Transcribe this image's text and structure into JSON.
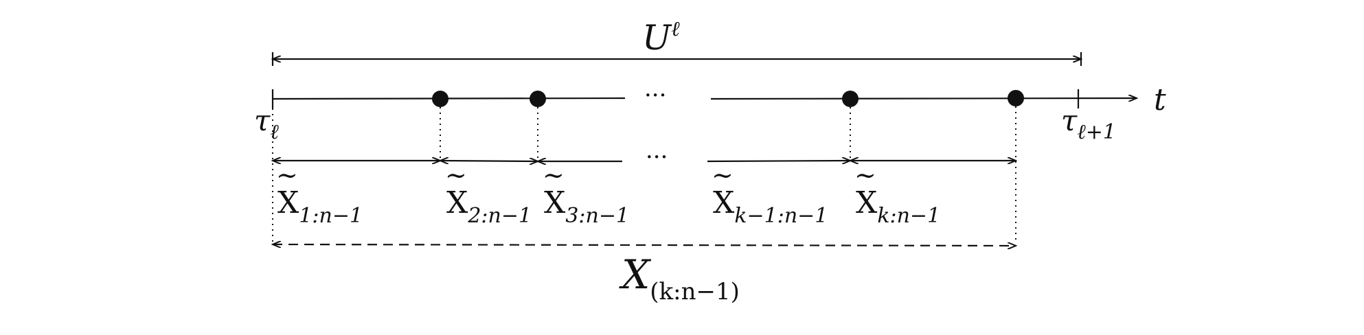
{
  "labels": {
    "top_brace": {
      "base": "U",
      "sup": "ℓ"
    },
    "axis_var": "t",
    "tau_left": {
      "base": "τ",
      "sub": "ℓ"
    },
    "tau_right": {
      "base": "τ",
      "sub": "ℓ+1"
    },
    "ellipsis": "···",
    "interarrivals": [
      {
        "base": "X",
        "tilde": "~",
        "sub": "1:n−1"
      },
      {
        "base": "X",
        "tilde": "~",
        "sub": "2:n−1"
      },
      {
        "base": "X",
        "tilde": "~",
        "sub": "3:n−1"
      },
      {
        "base": "X",
        "tilde": "~",
        "sub": "k−1:n−1"
      },
      {
        "base": "X",
        "tilde": "~",
        "sub": "k:n−1"
      }
    ],
    "order_stat": {
      "base": "X",
      "sub": "(k:n−1)"
    }
  }
}
